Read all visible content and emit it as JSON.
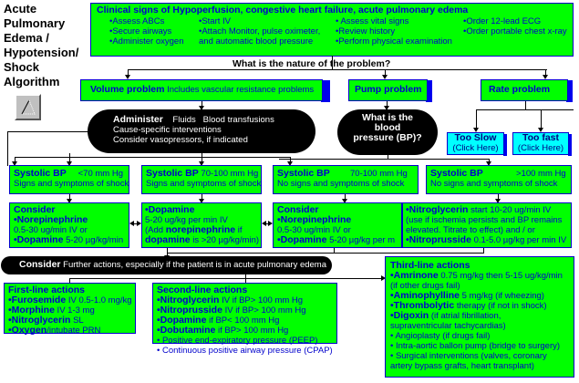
{
  "title": [
    "Acute",
    "Pulmonary",
    "Edema /",
    "Hypotension/",
    "Shock",
    "Algorithm"
  ],
  "nav_button_icon": "triangle-up-icon",
  "clinical_signs": {
    "heading": "Clinical signs of Hypoperfusion, congestive heart failure, acute pulmonary edema",
    "col1": [
      "•Assess ABCs",
      "•Secure airways",
      "•Administer oxygen"
    ],
    "col2": [
      "•Start IV",
      "•Attach Monitor, pulse oximeter,",
      " and automatic blood pressure"
    ],
    "col3": [
      "• Assess vital signs",
      "•Review history",
      "•Perform physical examination"
    ],
    "col4": [
      "•Order 12-lead ECG",
      "•Order portable chest x-ray"
    ]
  },
  "nature_question": "What is the nature of the problem?",
  "volume_problem": {
    "bold": "Volume problem",
    "text": "Includes vascular resistance problems"
  },
  "pump_problem": {
    "bold": "Pump problem"
  },
  "rate_problem": {
    "bold": "Rate problem"
  },
  "administer": {
    "bold": "Administer",
    "line1_a": "Fluids",
    "line1_b": "Blood transfusions",
    "line2": "Cause-specific interventions",
    "line3": "Consider vasopressors, if indicated"
  },
  "bp_question": [
    "What is the",
    "blood",
    "pressure (BP)?"
  ],
  "too_slow": {
    "bold": "Too Slow",
    "link": "(Click Here)"
  },
  "too_fast": {
    "bold": "Too fast",
    "link": "(Click Here)"
  },
  "bp_boxes": [
    {
      "bold": "Systolic BP",
      "range": "<70 mm Hg",
      "sub": "Signs and symptoms of shock"
    },
    {
      "bold": "Systolic BP",
      "range": "70-100 mm Hg",
      "sub": "Signs and symptoms of shock"
    },
    {
      "bold": "Systolic BP",
      "range": "70-100 mm Hg",
      "sub": "No signs and symptoms of shock"
    },
    {
      "bold": "Systolic BP",
      "range": ">100 mm Hg",
      "sub": "No signs and symptoms of shock"
    }
  ],
  "treat1": {
    "heading": "Consider",
    "drug1": "•Norepinephrine",
    "dose1": " 0.5-30 ug/min IV or",
    "drug2": "•Dopamine",
    "dose2": "5-20 µg/kg/min"
  },
  "treat2": {
    "drug1": "•Dopamine",
    "dose1": "5-20 ug/kg per min IV",
    "l3a": "(Add ",
    "l3b": "norepinephrine",
    "l3c": " if",
    "l4a": "dopamine",
    "l4b": " is >20 µg/kg/min)"
  },
  "treat3": {
    "heading": "Consider",
    "drug1": "•Norepinephrine",
    "dose1": " 0.5-30 ug/min IV or",
    "drug2": "•Dopamine",
    "dose2": " 5-20 µg/kg per m"
  },
  "treat4": {
    "drug1": "•Nitroglycerin",
    "dose1": " start 10-20 ug/min IV",
    "l2": "(use if ischemia persists and BP remains",
    "l3": "elevated. Titrate to effect)  and / or",
    "drug2": "•Nitroprusside",
    "dose2": " 0.1-5.0 µg/kg per min IV"
  },
  "consider_further": {
    "bold": "Consider",
    "text": "Further actions, especially if the patient is in acute pulmonary edema"
  },
  "first_line": {
    "heading": "First-line actions",
    "items": [
      {
        "drug": "•Furosemide",
        "dose": " IV 0.5-1.0 mg/kg"
      },
      {
        "drug": "•Morphine",
        "dose": " IV 1-3 mg"
      },
      {
        "drug": "•Nitroglycerin",
        "dose": " SL"
      },
      {
        "drug": "•Oxygen",
        "dose": "/intubate PRN"
      }
    ]
  },
  "second_line": {
    "heading": "Second-line actions",
    "items": [
      {
        "drug": "•Nitroglycerin",
        "dose": " IV if BP> 100 mm Hg"
      },
      {
        "drug": "•Nitroprusside",
        "dose": "  IV if BP> 100 mm Hg"
      },
      {
        "drug": "•Dopamine",
        "dose": "  if BP< 100 mm Hg"
      },
      {
        "drug": "•Dobutamine",
        "dose": " if BP> 100 mm Hg"
      },
      {
        "drug": "",
        "dose": "• Positive end-expiratory pressure  (PEEP)"
      },
      {
        "drug": "",
        "dose": "• Continuous positive airway  pressure (CPAP)"
      }
    ]
  },
  "third_line": {
    "heading": "Third-line actions",
    "items": [
      {
        "drug": "•Amrinone",
        "dose": " 0.75 mg/kg then 5-15 ug/kg/min"
      },
      {
        "drug": "",
        "dose": "  (if other drugs fail)"
      },
      {
        "drug": "•Aminophylline",
        "dose": " 5 mg/kg (if wheezing)"
      },
      {
        "drug": "•Thrombolytic",
        "dose": " therapy (if not in shock)"
      },
      {
        "drug": "•Digoxin",
        "dose": " (if atrial fibrillation,"
      },
      {
        "drug": "",
        "dose": "  supraventricular tachycardias)"
      },
      {
        "drug": "",
        "dose": "• Angioplasty (if drugs fail)"
      },
      {
        "drug": "",
        "dose": "• Intra-aortic ballon pump (bridge to surgery)"
      },
      {
        "drug": "",
        "dose": "• Surgical interventions (valves, coronary"
      },
      {
        "drug": "",
        "dose": "  artery bypass grafts, heart transplant)"
      }
    ]
  }
}
